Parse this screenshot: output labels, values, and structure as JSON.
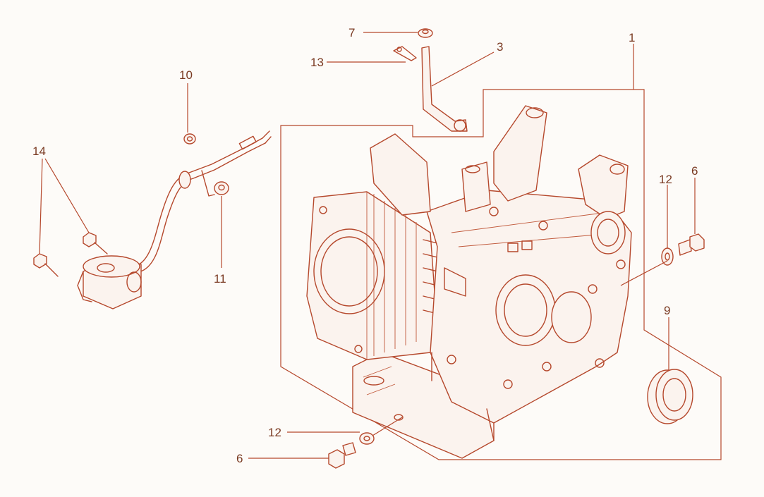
{
  "diagram": {
    "line_color": "#b5482c",
    "label_color": "#7a3a22",
    "background": "#fdfbf8",
    "callouts": {
      "c1": "1",
      "c3": "3",
      "c6a": "6",
      "c6b": "6",
      "c7": "7",
      "c9": "9",
      "c10": "10",
      "c11": "11",
      "c12a": "12",
      "c12b": "12",
      "c13": "13",
      "c14": "14"
    }
  }
}
